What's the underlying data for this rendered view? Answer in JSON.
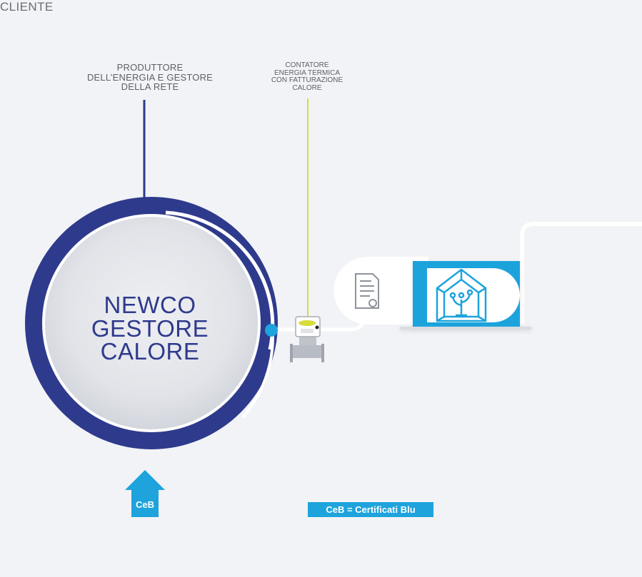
{
  "labels": {
    "producer": "PRODUTTORE\nDELL’ENERGIA E GESTORE\nDELLA RETE",
    "meter": "CONTATORE\nENERGIA TERMICA\nCON FATTURAZIONE\nCALORE",
    "client": "CLIENTE",
    "newco": "NEWCO\nGESTORE\nCALORE",
    "ceb_arrow": "CeB",
    "legend": "CeB = Certificati Blu"
  },
  "icons": {
    "document": "certificate-document-icon",
    "house": "green-house-tree-icon",
    "meter": "heat-meter-icon",
    "arrow": "up-arrow-icon"
  },
  "colors": {
    "background": "#f2f3f6",
    "navy": "#2e3a8c",
    "accent_blue": "#1ea3dc",
    "meter_line": "#d7dc3a",
    "text_gray": "#5c5f66"
  }
}
